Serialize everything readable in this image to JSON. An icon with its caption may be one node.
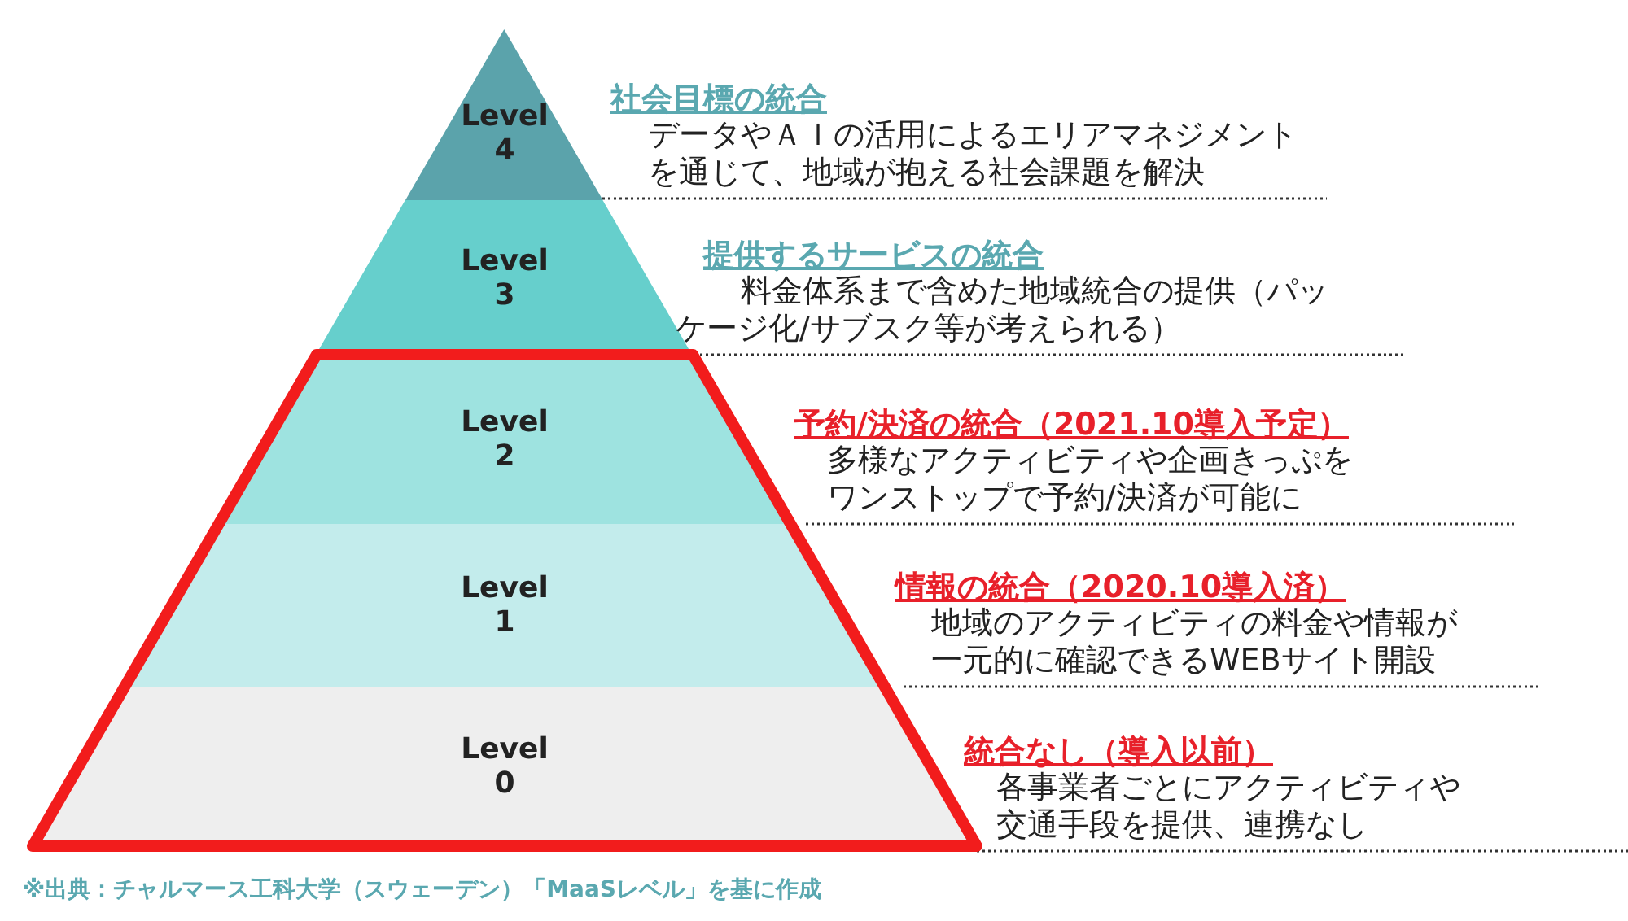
{
  "diagram": {
    "caption": "※出典：チャルマース工科大学（スウェーデン）「MaaSレベル」を基に作成",
    "nodes": [
      {
        "text": [
          "Level 4"
        ],
        "beside": [
          "社会目標の統合",
          "データやＡＩの活用によるエリアマネジメントを通じて、地域が抱える社会課題を解決"
        ]
      },
      {
        "text": [
          "Level 3"
        ],
        "beside": [
          "提供するサービスの統合",
          "料金体系まで含めた地域統合の提供（パッケージ化/サブスク等が考えられる）"
        ]
      },
      {
        "text": [
          "Level 2"
        ],
        "beside": [
          "予約/決済の統合（2021.10導入予定）",
          "多様なアクティビティや企画きっぷをワンストップで予約/決済が可能に"
        ]
      },
      {
        "text": [
          "Level 1"
        ],
        "beside": [
          "情報の統合（2020.10導入済）",
          "地域のアクティビティの料金や情報が一元的に確認できるWEBサイト開設"
        ]
      },
      {
        "text": [
          "Level 0"
        ],
        "beside": [
          "統合なし（導入以前）",
          "各事業者ごとにアクティビティや交通手段を提供、連携なし"
        ]
      }
    ]
  }
}
